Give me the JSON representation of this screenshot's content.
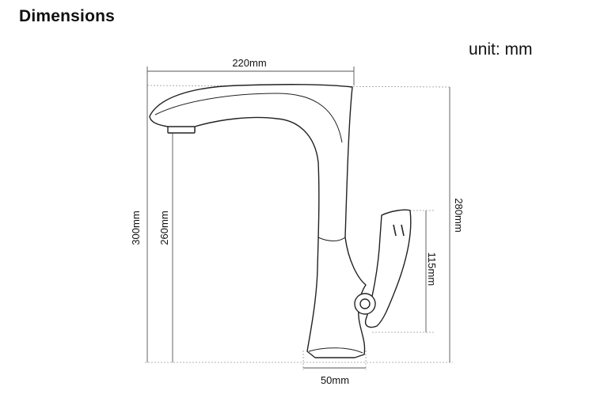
{
  "title": "Dimensions",
  "unit_label": "unit: mm",
  "dimensions": {
    "spout_reach": "220mm",
    "total_height": "300mm",
    "spout_height": "260mm",
    "body_height": "280mm",
    "handle_height": "115mm",
    "base_diameter": "50mm"
  }
}
